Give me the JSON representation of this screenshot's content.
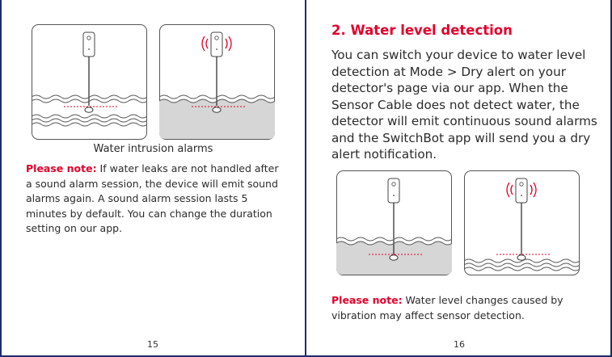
{
  "colors": {
    "accent": "#e4002b",
    "text": "#2b2b2b",
    "frame": "#1f2d6b",
    "water": "#d6d6d6"
  },
  "left_page": {
    "caption": "Water intrusion alarms",
    "note_label": "Please note:",
    "note_text": " If water leaks are not handled after a sound alarm session, the device will emit sound alarms again. A sound alarm session lasts 5 minutes by default. You can change the duration setting on our app.",
    "page_number": "15"
  },
  "right_page": {
    "title": "2. Water level detection",
    "body": "You can switch your device to water level detection at Mode > Dry alert on your detector's page via our app. When the Sensor Cable does not detect water, the detector will emit continuous sound alarms and the SwitchBot app will send you a dry alert notification.",
    "note_label": "Please note:",
    "note_text": " Water level changes caused by vibration may affect sensor detection.",
    "page_number": "16"
  },
  "icons": [
    "device-icon",
    "sound-waves-icon",
    "water-waves-icon",
    "probe-icon"
  ]
}
